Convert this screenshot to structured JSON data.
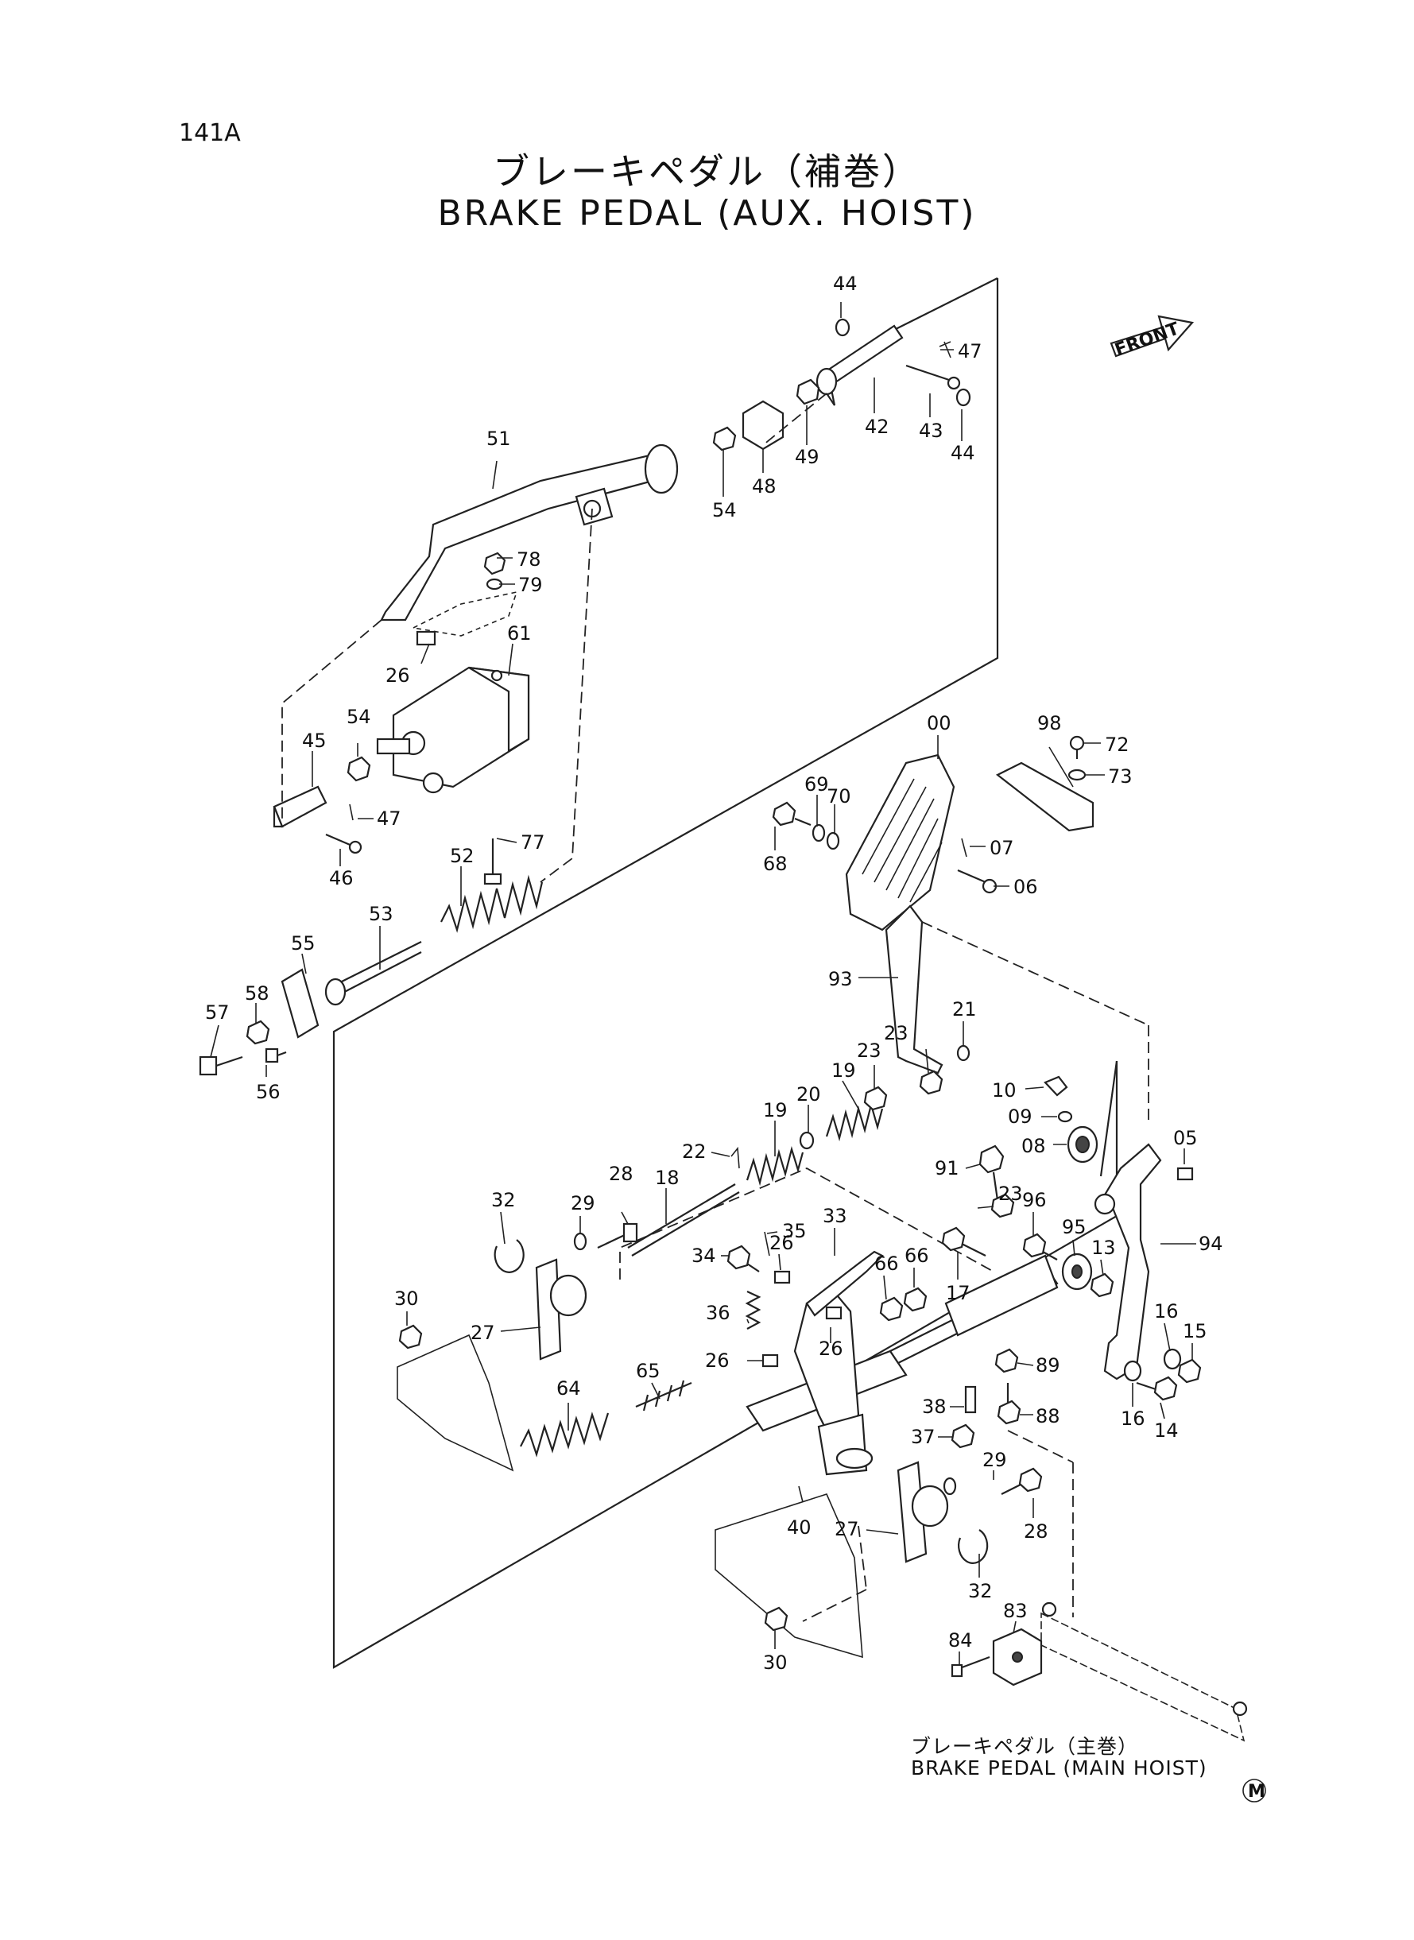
{
  "page_code": "141A",
  "title_jp": "ブレーキペダル（補巻）",
  "title_en": "BRAKE PEDAL (AUX. HOIST)",
  "reference_jp": "ブレーキペダル（主巻）",
  "reference_en": "BRAKE PEDAL (MAIN HOIST)",
  "front_label": "FRONT",
  "mark_label": "M",
  "callouts": {
    "c44a": "44",
    "c47a": "47",
    "c42": "42",
    "c43": "43",
    "c44b": "44",
    "c49": "49",
    "c48": "48",
    "c54a": "54",
    "c51": "51",
    "c78": "78",
    "c79": "79",
    "c61": "61",
    "c26a": "26",
    "c54b": "54",
    "c45": "45",
    "c47b": "47",
    "c46": "46",
    "c77": "77",
    "c52": "52",
    "c53": "53",
    "c55": "55",
    "c57": "57",
    "c58": "58",
    "c56": "56",
    "c98": "98",
    "c72": "72",
    "c73": "73",
    "c00": "00",
    "c69": "69",
    "c70": "70",
    "c68": "68",
    "c07": "07",
    "c06": "06",
    "c93": "93",
    "c21": "21",
    "c23a": "23",
    "c19a": "19",
    "c20": "20",
    "c19b": "19",
    "c22": "22",
    "c18": "18",
    "c28a": "28",
    "c10": "10",
    "c09": "09",
    "c08": "08",
    "c05": "05",
    "c91": "91",
    "c23b": "23",
    "c96": "96",
    "c95": "95",
    "c13": "13",
    "c94": "94",
    "c32a": "32",
    "c29a": "29",
    "c35": "35",
    "c33": "33",
    "c34": "34",
    "c26b": "26",
    "c66a": "66",
    "c66b": "66",
    "c17": "17",
    "c16a": "16",
    "c15": "15",
    "c30a": "30",
    "c27a": "27",
    "c36": "36",
    "c26c": "26",
    "c26d": "26",
    "c89": "89",
    "c16b": "16",
    "c14": "14",
    "c64": "64",
    "c65": "65",
    "c38": "38",
    "c88": "88",
    "c37": "37",
    "c29b": "29",
    "c28b": "28",
    "c40": "40",
    "c27b": "27",
    "c32b": "32",
    "c83": "83",
    "c84": "84",
    "c30b": "30"
  }
}
